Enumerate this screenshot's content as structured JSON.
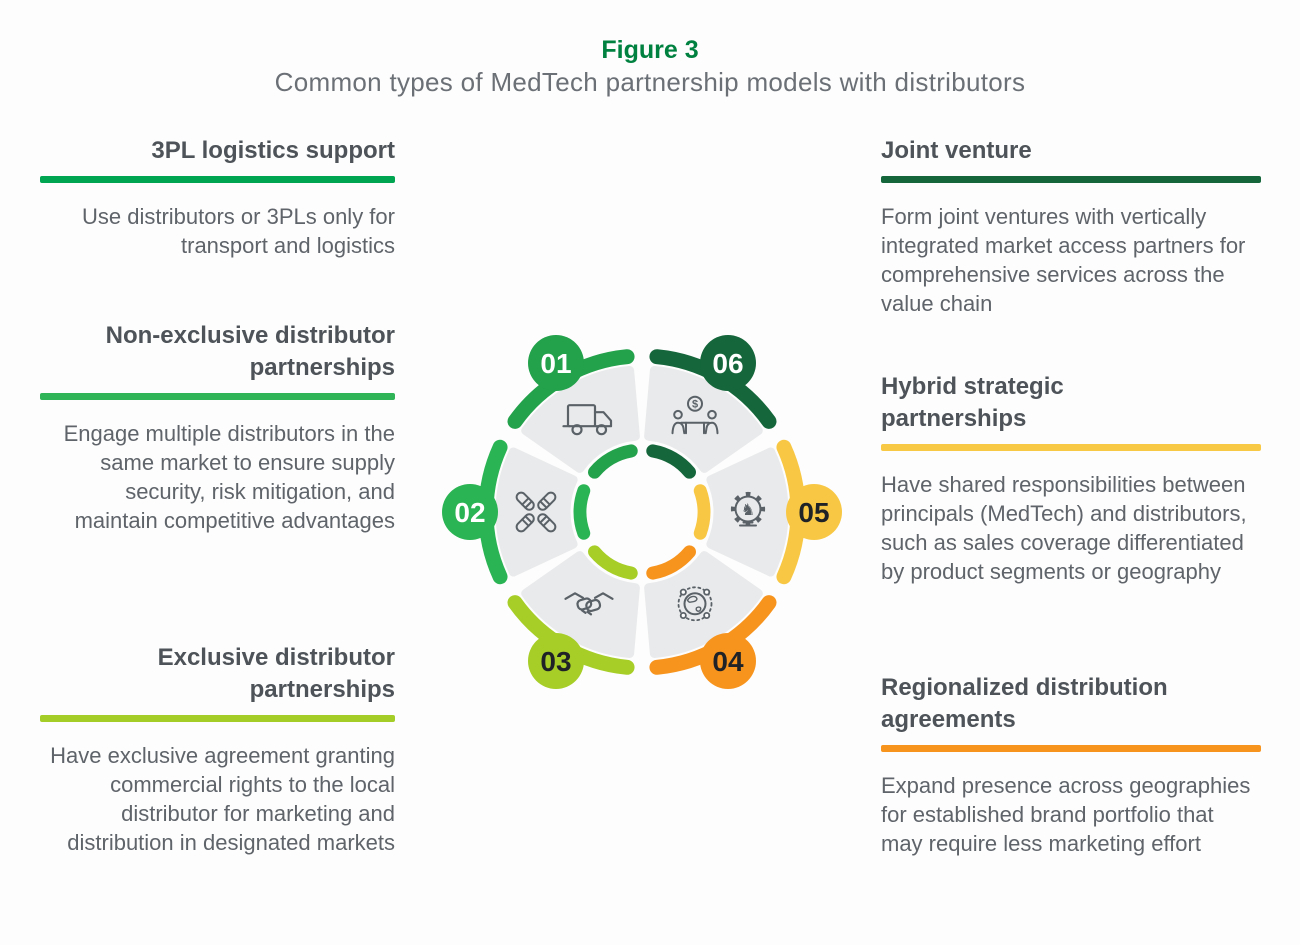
{
  "title": "Figure 3",
  "subtitle": "Common types of MedTech partnership models with distributors",
  "left_blocks": [
    {
      "heading": "3PL logistics support",
      "body": "Use distributors or 3PLs only for transport and logistics",
      "bar_color": "#00A551"
    },
    {
      "heading": "Non-exclusive distributor partnerships",
      "body": "Engage multiple distributors in the same market to ensure supply security, risk mitigation, and maintain competitive advantages",
      "bar_color": "#2FB457"
    },
    {
      "heading": "Exclusive distributor partnerships",
      "body": "Have exclusive agreement granting commercial rights to the local distributor for marketing and distribution in designated markets",
      "bar_color": "#A4CE27"
    }
  ],
  "right_blocks": [
    {
      "heading": "Joint venture",
      "body": "Form joint ventures with vertically integrated market access partners for comprehensive services across the value chain",
      "bar_color": "#15663B"
    },
    {
      "heading": "Hybrid strategic partnerships",
      "body": "Have shared responsibilities between principals (MedTech) and distributors, such as sales coverage differentiated by product segments or geography",
      "bar_color": "#F8C945"
    },
    {
      "heading": "Regionalized distribution agreements",
      "body": "Expand presence across geographies for established brand portfolio that may require less marketing effort",
      "bar_color": "#F7941E"
    }
  ],
  "wheel": {
    "segments": [
      {
        "number": "01",
        "icon": "truck-icon",
        "color": "#23A14B",
        "number_color": "#FFFFFF"
      },
      {
        "number": "02",
        "icon": "teamwork-hands-icon",
        "color": "#2BB453",
        "number_color": "#FFFFFF"
      },
      {
        "number": "03",
        "icon": "handshake-icon",
        "color": "#A6CE27",
        "number_color": "#1F2327"
      },
      {
        "number": "04",
        "icon": "global-network-icon",
        "color": "#F7941E",
        "number_color": "#1F2327"
      },
      {
        "number": "05",
        "icon": "strategy-gear-knight-icon",
        "color": "#F8C845",
        "number_color": "#1F2327"
      },
      {
        "number": "06",
        "icon": "negotiation-money-icon",
        "color": "#15663B",
        "number_color": "#FFFFFF"
      }
    ]
  },
  "colors": {
    "title_green": "#00813F",
    "heading_text": "#4D5358",
    "body_text": "#5F646A",
    "wedge_gray": "#E9EAEB",
    "icon_stroke": "#5A6268"
  }
}
